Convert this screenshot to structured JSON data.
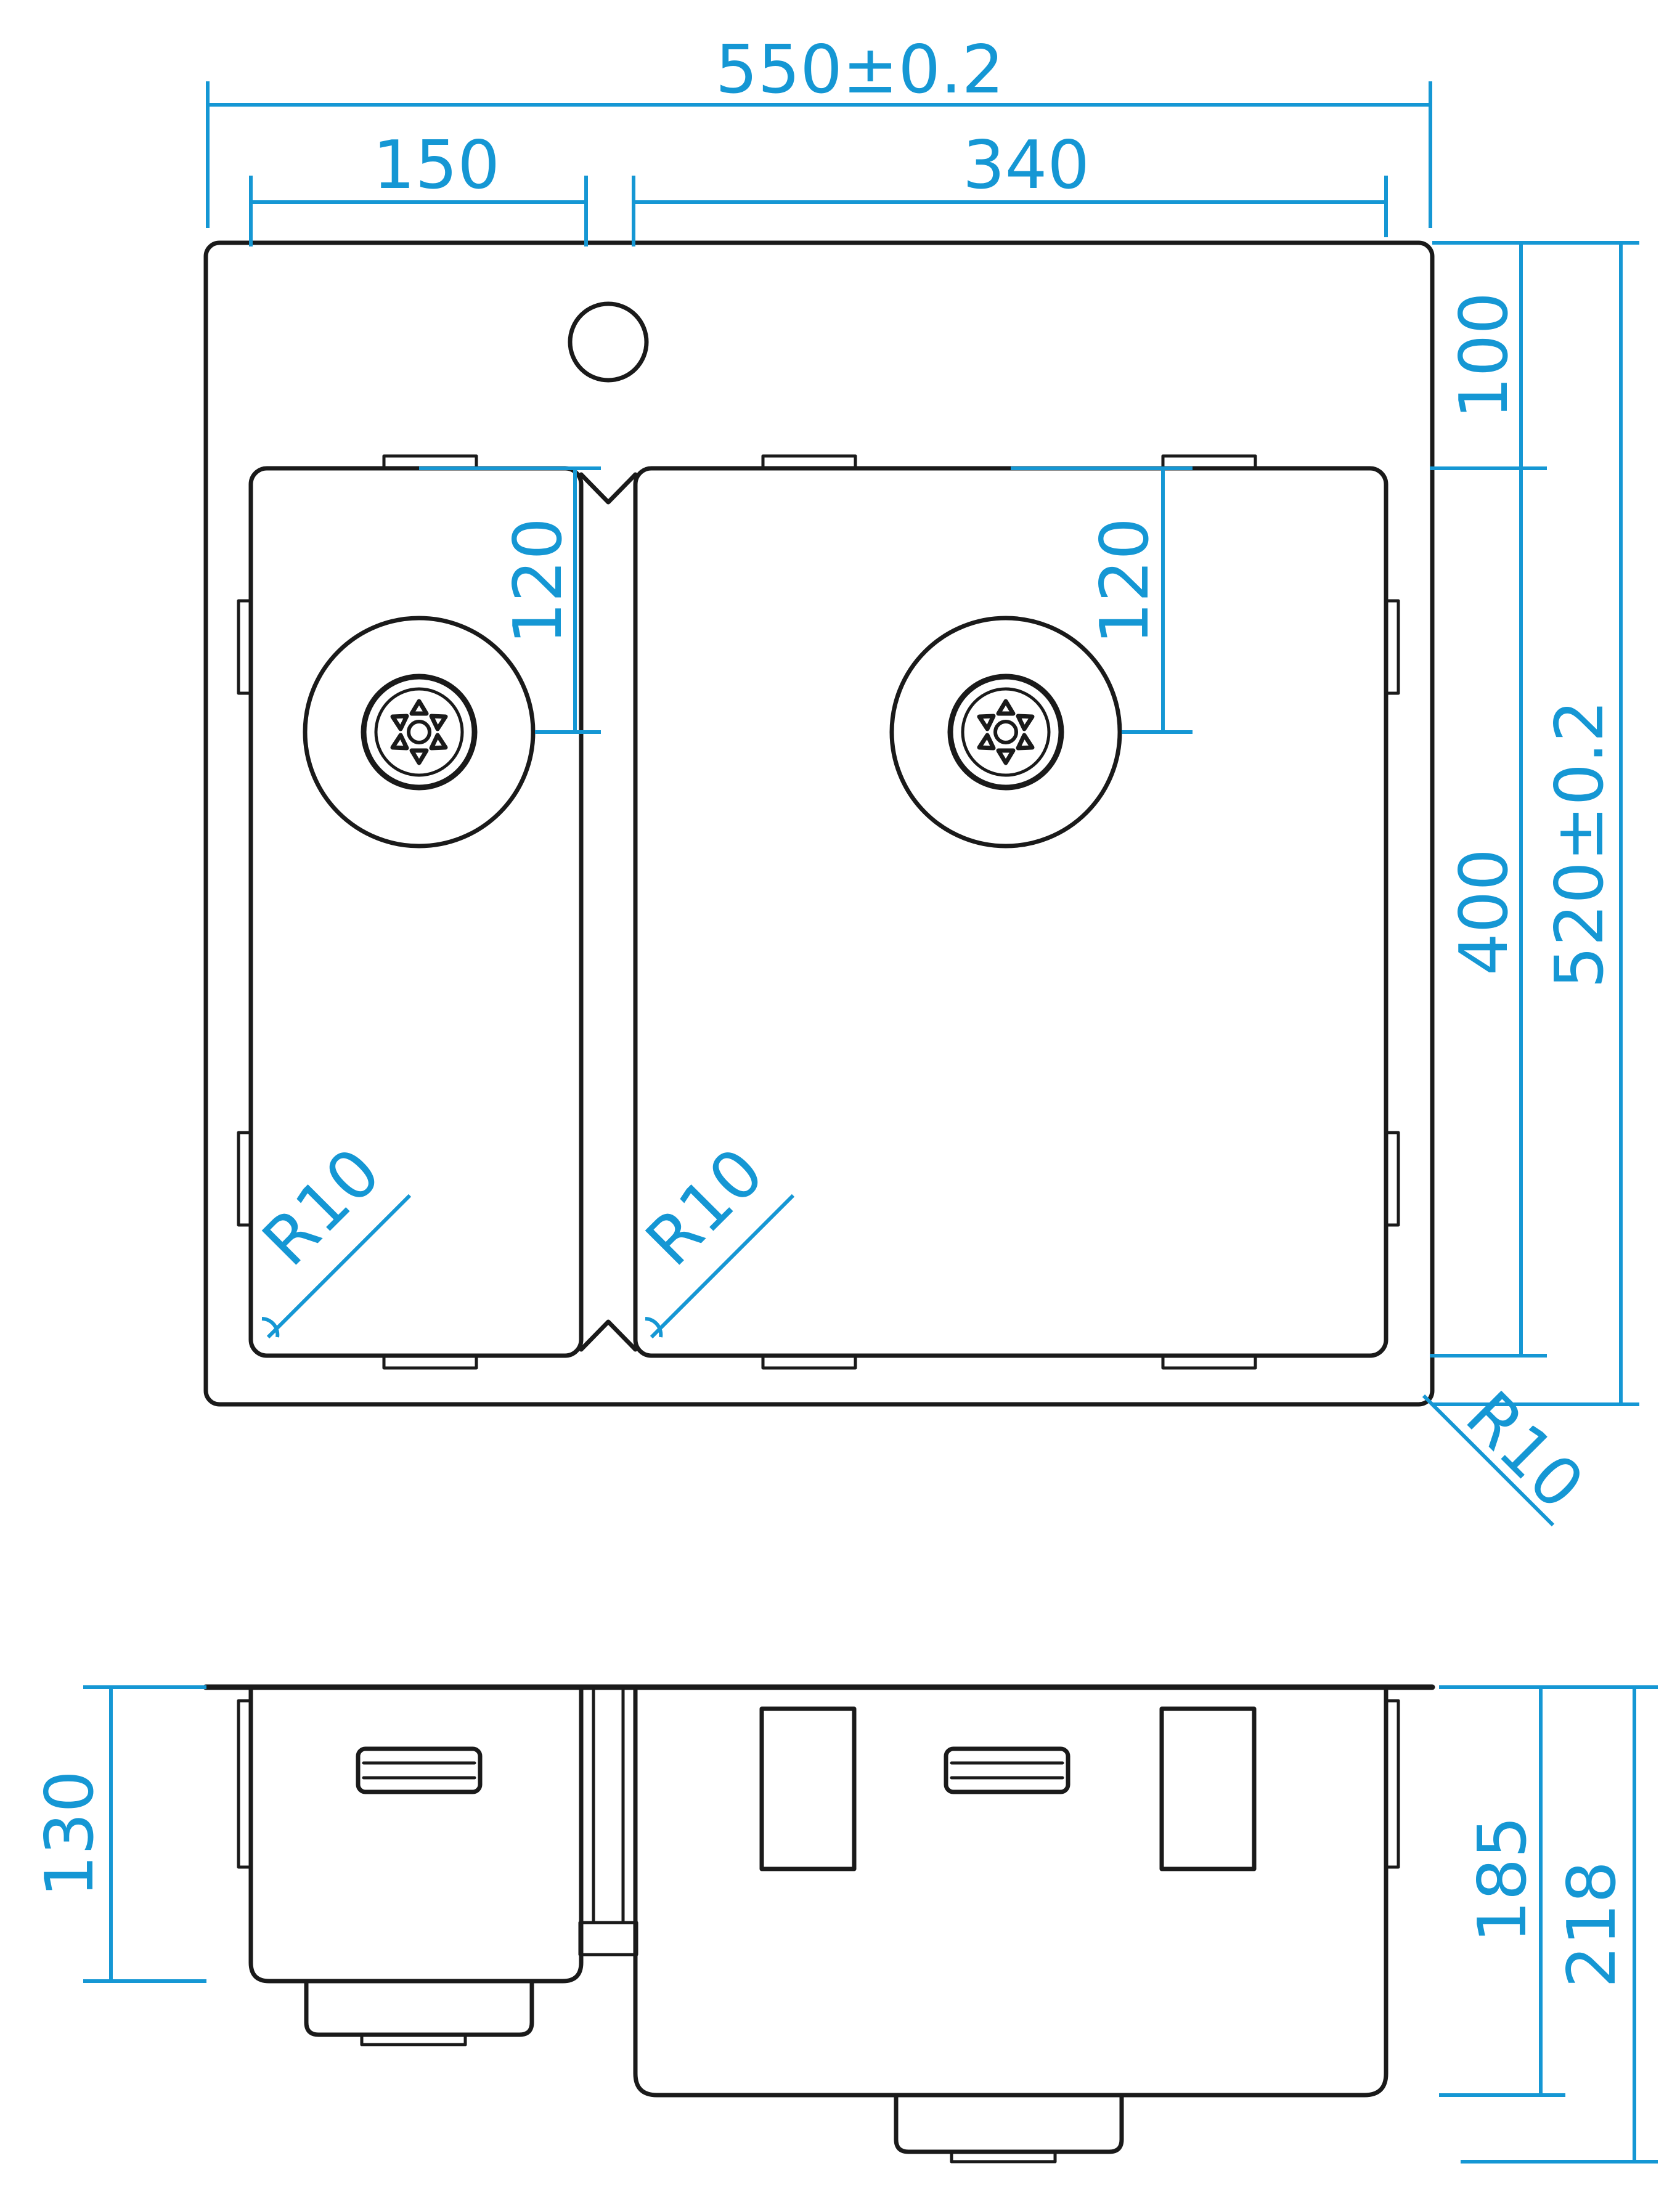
{
  "colors": {
    "outline": "#1a1a1a",
    "dimension": "#1597d4",
    "background": "#ffffff"
  },
  "top_view": {
    "overall_width": "550±0.2",
    "small_bowl_width": "150",
    "large_bowl_width": "340",
    "tap_hole_offset": "100",
    "bowl_depth": "400",
    "overall_depth": "520±0.2",
    "small_drain_offset": "120",
    "large_drain_offset": "120",
    "small_bowl_radius": "R10",
    "large_bowl_radius": "R10",
    "outer_radius": "R10"
  },
  "side_view": {
    "small_bowl_depth": "130",
    "large_bowl_depth": "185",
    "overall_height": "218"
  }
}
